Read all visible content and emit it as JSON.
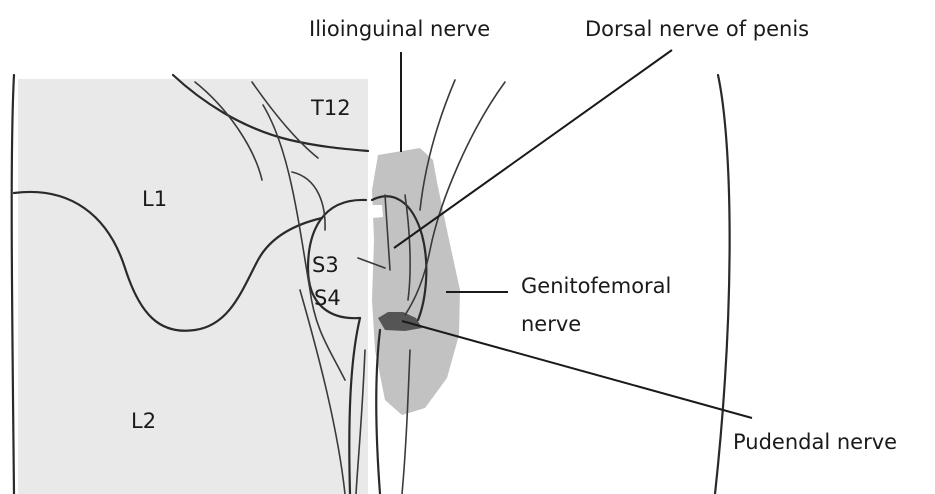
{
  "labels": {
    "ilioinguinal": "Ilioinguinal nerve",
    "dorsal": "Dorsal nerve of penis",
    "genitofemoral_1": "Genitofemoral",
    "genitofemoral_2": "nerve",
    "pudendal": "Pudendal nerve"
  },
  "segments": {
    "t12": "T12",
    "l1": "L1",
    "l2": "L2",
    "s3": "S3",
    "s4": "S4"
  },
  "colors": {
    "light_region": "#e9e9e9",
    "genitofemoral_region": "#c2c2c2",
    "pudendal_region": "#555555",
    "line": "#2a2a2a"
  }
}
